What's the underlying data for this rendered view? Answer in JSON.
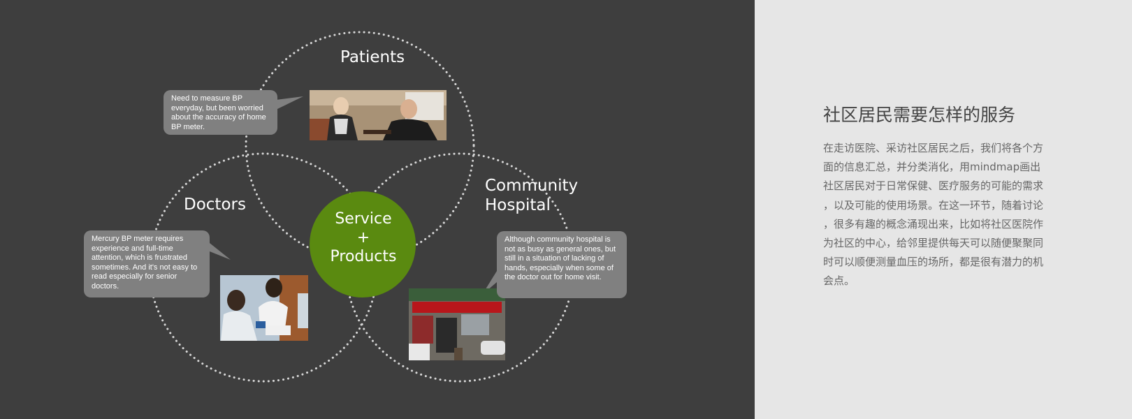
{
  "diagram": {
    "circles": [
      {
        "label_lines": [
          "Patients"
        ]
      },
      {
        "label_lines": [
          "Doctors"
        ]
      },
      {
        "label_lines": [
          "Community",
          "Hospital"
        ]
      }
    ],
    "center": {
      "lines": [
        "Service",
        "+",
        "Products"
      ],
      "color": "#5a8a10"
    },
    "bubbles": {
      "patients": "Need to measure BP everyday, but been worried about the accuracy of home BP meter.",
      "doctors": "Mercury BP meter requires experience and full-time attention, which is frustrated sometimes. And it's not easy to read especially for senior doctors.",
      "hospital": "Although community hospital is not as busy as general ones, but still in a situation of lacking of hands, especially when some of the doctor out for home visit."
    },
    "colors": {
      "background": "#3e3e3e",
      "bubble": "#808080",
      "dots": "#d8d8d8"
    }
  },
  "side": {
    "title": "社区居民需要怎样的服务",
    "lines": [
      "在走访医院、采访社区居民之后，我们将各个方",
      "面的信息汇总，并分类消化，用mindmap画出",
      "社区居民对于日常保健、医疗服务的可能的需求",
      "，以及可能的使用场景。在这一环节，随着讨论",
      "，很多有趣的概念涌现出来，比如将社区医院作",
      "为社区的中心，给邻里提供每天可以随便聚聚同",
      "时可以顺便测量血压的场所，都是很有潜力的机",
      "会点。"
    ]
  }
}
